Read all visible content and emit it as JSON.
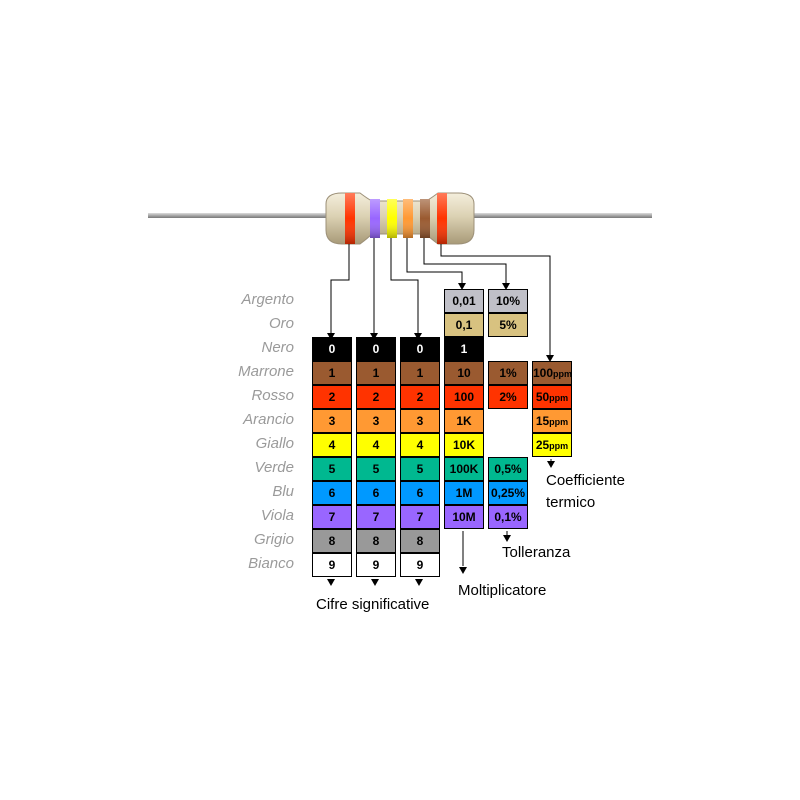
{
  "color_names": [
    "Argento",
    "Oro",
    "Nero",
    "Marrone",
    "Rosso",
    "Arancio",
    "Giallo",
    "Verde",
    "Blu",
    "Viola",
    "Grigio",
    "Bianco"
  ],
  "row_colors": [
    "#c0c0c8",
    "#d8c280",
    "#000000",
    "#9a5a30",
    "#ff3300",
    "#ff9933",
    "#ffff00",
    "#00b890",
    "#0099ff",
    "#9966ff",
    "#999999",
    "#ffffff"
  ],
  "row_text_colors": [
    "#000000",
    "#000000",
    "#ffffff",
    "#000000",
    "#000000",
    "#000000",
    "#000000",
    "#000000",
    "#000000",
    "#000000",
    "#000000",
    "#000000"
  ],
  "digits": [
    "",
    "",
    "0",
    "1",
    "2",
    "3",
    "4",
    "5",
    "6",
    "7",
    "8",
    "9"
  ],
  "multiplier": [
    "0,01",
    "0,1",
    "1",
    "10",
    "100",
    "1K",
    "10K",
    "100K",
    "1M",
    "10M",
    "",
    ""
  ],
  "tolerance": [
    "10%",
    "5%",
    "",
    "1%",
    "2%",
    "",
    "",
    "0,5%",
    "0,25%",
    "0,1%",
    "",
    ""
  ],
  "temp_coef": [
    {
      "row": 3,
      "value": "100",
      "unit": "ppm"
    },
    {
      "row": 4,
      "value": "50",
      "unit": "ppm"
    },
    {
      "row": 5,
      "value": "15",
      "unit": "ppm"
    },
    {
      "row": 6,
      "value": "25",
      "unit": "ppm"
    }
  ],
  "labels": {
    "significant_digits": "Cifre significative",
    "multiplier": "Moltiplicatore",
    "tolerance": "Tolleranza",
    "temp_coef_line1": "Coefficiente",
    "temp_coef_line2": "termico"
  },
  "resistor": {
    "body_color": "#dcd2b4",
    "wire_color": "#a8a8a8",
    "band_colors": [
      "#ff3300",
      "#9966ff",
      "#ffff00",
      "#ff9933",
      "#9a5a30",
      "#ff3300"
    ]
  }
}
